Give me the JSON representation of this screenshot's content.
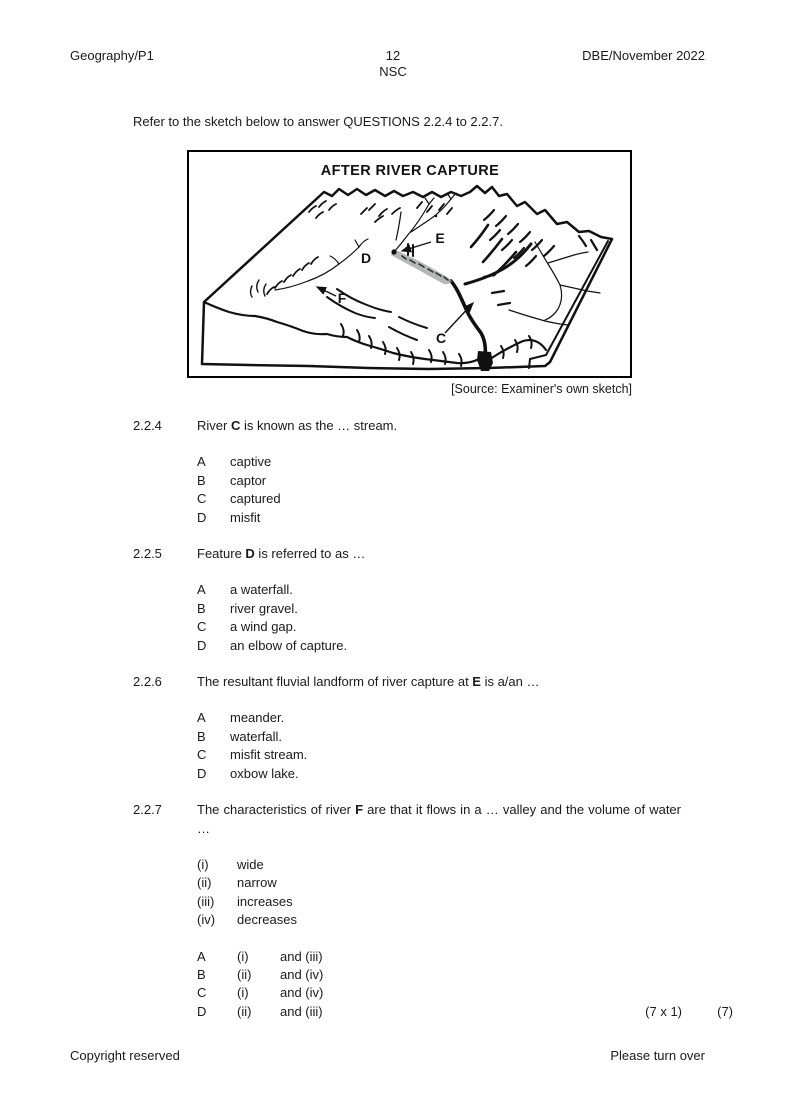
{
  "header": {
    "left": "Geography/P1",
    "page_number": "12",
    "center_sub": "NSC",
    "right": "DBE/November 2022"
  },
  "intro": "Refer to the sketch below to answer QUESTIONS 2.2.4 to 2.2.7.",
  "figure": {
    "title": "AFTER RIVER CAPTURE",
    "source": "[Source: Examiner's own sketch]",
    "labels": {
      "c": "C",
      "d": "D",
      "e": "E",
      "f": "F"
    }
  },
  "questions": [
    {
      "number": "2.2.4",
      "pre": "River ",
      "bold": "C",
      "post": " is known as the … stream.",
      "options": [
        {
          "letter": "A",
          "text": "captive"
        },
        {
          "letter": "B",
          "text": "captor"
        },
        {
          "letter": "C",
          "text": "captured"
        },
        {
          "letter": "D",
          "text": "misfit"
        }
      ]
    },
    {
      "number": "2.2.5",
      "pre": "Feature ",
      "bold": "D",
      "post": " is referred to as …",
      "options": [
        {
          "letter": "A",
          "text": "a waterfall."
        },
        {
          "letter": "B",
          "text": "river gravel."
        },
        {
          "letter": "C",
          "text": "a wind gap."
        },
        {
          "letter": "D",
          "text": "an elbow of capture."
        }
      ]
    },
    {
      "number": "2.2.6",
      "pre": "The resultant fluvial landform of river capture at ",
      "bold": "E",
      "post": " is a/an …",
      "options": [
        {
          "letter": "A",
          "text": "meander."
        },
        {
          "letter": "B",
          "text": "waterfall."
        },
        {
          "letter": "C",
          "text": "misfit stream."
        },
        {
          "letter": "D",
          "text": "oxbow lake."
        }
      ]
    },
    {
      "number": "2.2.7",
      "pre": "The characteristics of river ",
      "bold": "F",
      "post": " are that it flows in a … valley and the volume of water …",
      "items": [
        {
          "num": "(i)",
          "text": "wide"
        },
        {
          "num": "(ii)",
          "text": "narrow"
        },
        {
          "num": "(iii)",
          "text": "increases"
        },
        {
          "num": "(iv)",
          "text": "decreases"
        }
      ],
      "options": [
        {
          "letter": "A",
          "num": "(i)",
          "text": "and (iii)"
        },
        {
          "letter": "B",
          "num": "(ii)",
          "text": "and (iv)"
        },
        {
          "letter": "C",
          "num": "(i)",
          "text": "and (iv)"
        },
        {
          "letter": "D",
          "num": "(ii)",
          "text": "and (iii)"
        }
      ],
      "marks_calc": "(7 x 1)",
      "marks_total": "(7)"
    }
  ],
  "footer": {
    "left": "Copyright reserved",
    "right": "Please turn over"
  },
  "colors": {
    "ink": "#111111",
    "channel_gray": "#9FA8A3"
  }
}
